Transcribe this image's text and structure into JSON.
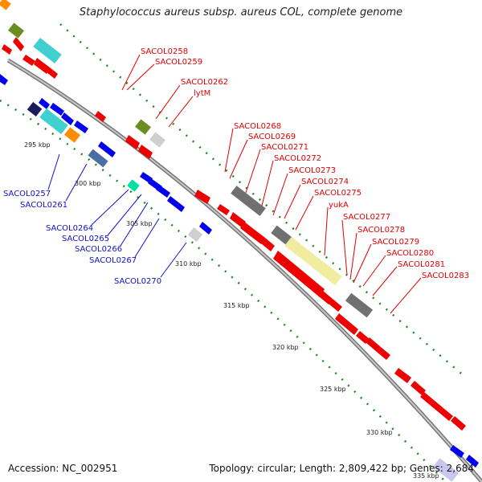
{
  "title": "Staphylococcus aureus subsp. aureus COL, complete genome",
  "accession": "Accession: NC_002951",
  "topology": "Topology: circular; Length: 2,809,422 bp; Genes: 2,684",
  "colors": {
    "forward_gene": "#ee0000",
    "reverse_gene": "#0000ee",
    "label_red": "#e00000",
    "label_blue": "#1010cc",
    "backbone": "#888888",
    "gc_dots": "#228b22"
  },
  "kbp_ticks": [
    "295 kbp",
    "300 kbp",
    "305 kbp",
    "310 kbp",
    "315 kbp",
    "320 kbp",
    "325 kbp",
    "330 kbp",
    "335 kbp"
  ],
  "forward_labels": [
    "SACOL0258",
    "SACOL0259",
    "SACOL0262",
    "lytM",
    "SACOL0268",
    "SACOL0269",
    "SACOL0271",
    "SACOL0272",
    "SACOL0273",
    "SACOL0274",
    "SACOL0275",
    "yukA",
    "SACOL0277",
    "SACOL0278",
    "SACOL0279",
    "SACOL0280",
    "SACOL0281",
    "SACOL0283"
  ],
  "reverse_labels": [
    "SACOL0257",
    "SACOL0261",
    "SACOL0264",
    "SACOL0265",
    "SACOL0266",
    "SACOL0267",
    "SACOL0270"
  ]
}
